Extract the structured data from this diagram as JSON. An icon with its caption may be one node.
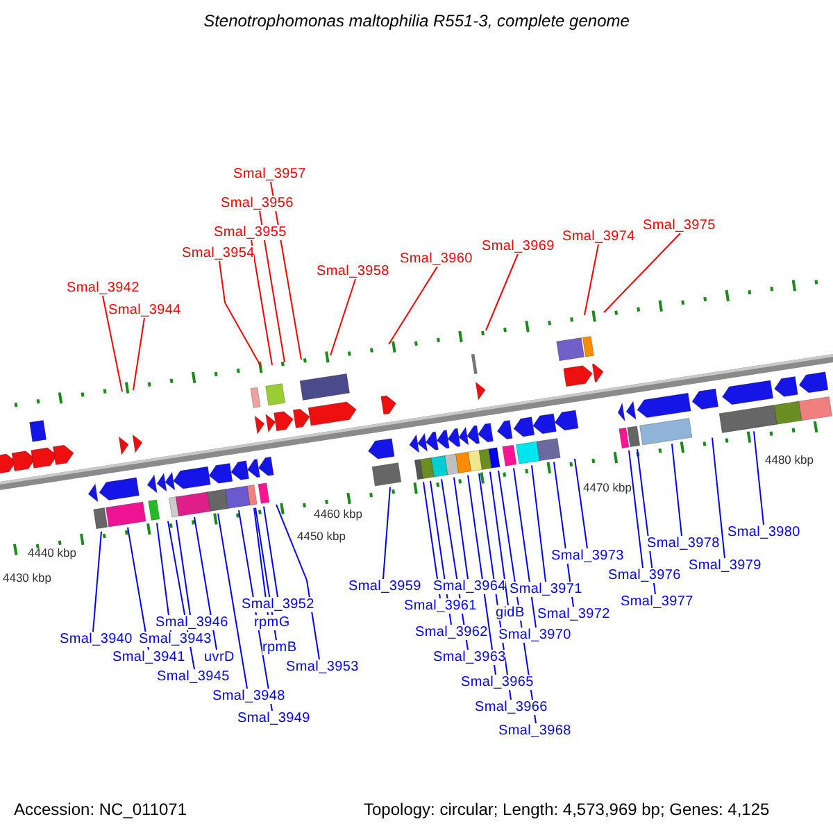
{
  "diagram": {
    "title": "Stenotrophomonas maltophilia R551-3, complete genome",
    "nodes": [
      {
        "text": [
          "Smal_3942"
        ]
      },
      {
        "text": [
          "Smal_3944"
        ]
      },
      {
        "text": [
          "Smal_3954"
        ]
      },
      {
        "text": [
          "Smal_3955"
        ]
      },
      {
        "text": [
          "Smal_3956"
        ]
      },
      {
        "text": [
          "Smal_3957"
        ]
      },
      {
        "text": [
          "Smal_3958"
        ]
      },
      {
        "text": [
          "Smal_3960"
        ]
      },
      {
        "text": [
          "Smal_3969"
        ]
      },
      {
        "text": [
          "Smal_3974"
        ]
      },
      {
        "text": [
          "Smal_3975"
        ]
      },
      {
        "text": [
          "Smal_3940"
        ]
      },
      {
        "text": [
          "Smal_3941"
        ]
      },
      {
        "text": [
          "Smal_3943"
        ]
      },
      {
        "text": [
          "Smal_3945"
        ]
      },
      {
        "text": [
          "Smal_3946"
        ]
      },
      {
        "text": [
          "uvrD"
        ]
      },
      {
        "text": [
          "Smal_3948"
        ]
      },
      {
        "text": [
          "Smal_3949"
        ]
      },
      {
        "text": [
          "Smal_3952"
        ]
      },
      {
        "text": [
          "rpmG"
        ]
      },
      {
        "text": [
          "rpmB"
        ]
      },
      {
        "text": [
          "Smal_3953"
        ]
      },
      {
        "text": [
          "Smal_3959"
        ]
      },
      {
        "text": [
          "Smal_3961"
        ]
      },
      {
        "text": [
          "Smal_3962"
        ]
      },
      {
        "text": [
          "Smal_3963"
        ]
      },
      {
        "text": [
          "Smal_3964"
        ]
      },
      {
        "text": [
          "Smal_3965"
        ]
      },
      {
        "text": [
          "Smal_3966"
        ]
      },
      {
        "text": [
          "gidB"
        ]
      },
      {
        "text": [
          "Smal_3968"
        ]
      },
      {
        "text": [
          "Smal_3970"
        ]
      },
      {
        "text": [
          "Smal_3971"
        ]
      },
      {
        "text": [
          "Smal_3972"
        ]
      },
      {
        "text": [
          "Smal_3973"
        ]
      },
      {
        "text": [
          "Smal_3976"
        ]
      },
      {
        "text": [
          "Smal_3977"
        ]
      },
      {
        "text": [
          "Smal_3978"
        ]
      },
      {
        "text": [
          "Smal_3979"
        ]
      },
      {
        "text": [
          "Smal_3980"
        ]
      }
    ],
    "edges": [
      {
        "from": 0,
        "to": null,
        "arrow": "none",
        "color": "#ff0000"
      },
      {
        "from": 1,
        "to": null,
        "arrow": "none",
        "color": "#ff0000"
      },
      {
        "from": 2,
        "to": null,
        "arrow": "none",
        "color": "#ff0000"
      },
      {
        "from": 3,
        "to": null,
        "arrow": "none",
        "color": "#ff0000"
      },
      {
        "from": 4,
        "to": null,
        "arrow": "none",
        "color": "#ff0000"
      },
      {
        "from": 5,
        "to": null,
        "arrow": "none",
        "color": "#ff0000"
      },
      {
        "from": 6,
        "to": null,
        "arrow": "none",
        "color": "#ff0000"
      },
      {
        "from": 7,
        "to": null,
        "arrow": "none",
        "color": "#ff0000"
      },
      {
        "from": 8,
        "to": null,
        "arrow": "none",
        "color": "#ff0000"
      },
      {
        "from": 9,
        "to": null,
        "arrow": "none",
        "color": "#ff0000"
      },
      {
        "from": 10,
        "to": null,
        "arrow": "none",
        "color": "#ff0000"
      },
      {
        "from": 11,
        "to": null,
        "arrow": "none"
      },
      {
        "from": 12,
        "to": null,
        "arrow": "none"
      },
      {
        "from": 13,
        "to": null,
        "arrow": "none"
      },
      {
        "from": 14,
        "to": null,
        "arrow": "none"
      },
      {
        "from": 15,
        "to": null,
        "arrow": "none"
      },
      {
        "from": 16,
        "to": null,
        "arrow": "none"
      },
      {
        "from": 17,
        "to": null,
        "arrow": "none"
      },
      {
        "from": 18,
        "to": null,
        "arrow": "none"
      },
      {
        "from": 19,
        "to": null,
        "arrow": "none"
      },
      {
        "from": 20,
        "to": null,
        "arrow": "none"
      },
      {
        "from": 21,
        "to": null,
        "arrow": "none"
      },
      {
        "from": 22,
        "to": null,
        "arrow": "none"
      },
      {
        "from": 23,
        "to": null,
        "arrow": "none"
      },
      {
        "from": 24,
        "to": null,
        "arrow": "none"
      },
      {
        "from": 25,
        "to": null,
        "arrow": "none"
      },
      {
        "from": 26,
        "to": null,
        "arrow": "none"
      },
      {
        "from": 27,
        "to": null,
        "arrow": "none"
      },
      {
        "from": 28,
        "to": null,
        "arrow": "none"
      },
      {
        "from": 29,
        "to": null,
        "arrow": "none"
      },
      {
        "from": 30,
        "to": null,
        "arrow": "none"
      },
      {
        "from": 31,
        "to": null,
        "arrow": "none"
      },
      {
        "from": 32,
        "to": null,
        "arrow": "none"
      },
      {
        "from": 33,
        "to": null,
        "arrow": "none"
      },
      {
        "from": 34,
        "to": null,
        "arrow": "none"
      },
      {
        "from": 35,
        "to": null,
        "arrow": "none"
      },
      {
        "from": 36,
        "to": null,
        "arrow": "none"
      },
      {
        "from": 37,
        "to": null,
        "arrow": "none"
      },
      {
        "from": 38,
        "to": null,
        "arrow": "none"
      },
      {
        "from": 39,
        "to": null,
        "arrow": "none"
      },
      {
        "from": 40,
        "to": null,
        "arrow": "none"
      }
    ],
    "labels": [
      "4430 kbp",
      "4440 kbp",
      "4450 kbp",
      "4460 kbp",
      "4470 kbp",
      "4480 kbp",
      "Accession: NC_011071",
      "Topology: circular; Length: 4,573,969 bp; Genes: 4,125"
    ]
  }
}
